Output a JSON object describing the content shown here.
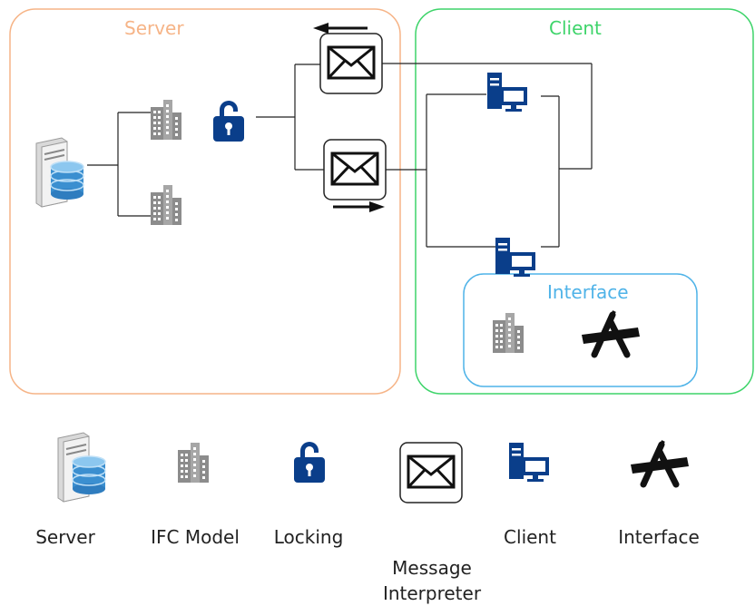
{
  "groups": {
    "server": {
      "title": "Server",
      "color": "#f6b487"
    },
    "client": {
      "title": "Client",
      "color": "#3ed46a"
    },
    "interface": {
      "title": "Interface",
      "color": "#4fb3e8"
    }
  },
  "legend": {
    "server": "Server",
    "ifc_model": "IFC Model",
    "locking": "Locking",
    "message_interpreter": "Message\nInterpreter",
    "client": "Client",
    "interface": "Interface"
  },
  "icons": {
    "database_server": "database-server-icon",
    "ifc_model": "building-icon",
    "locking": "padlock-icon",
    "message": "envelope-icon",
    "client": "computer-icon",
    "interface": "app-store-icon"
  },
  "colors": {
    "lock_blue": "#0a3e8a",
    "computer_blue": "#0a3e8a",
    "building_gray": "#8c8c8c",
    "line": "#222222"
  }
}
